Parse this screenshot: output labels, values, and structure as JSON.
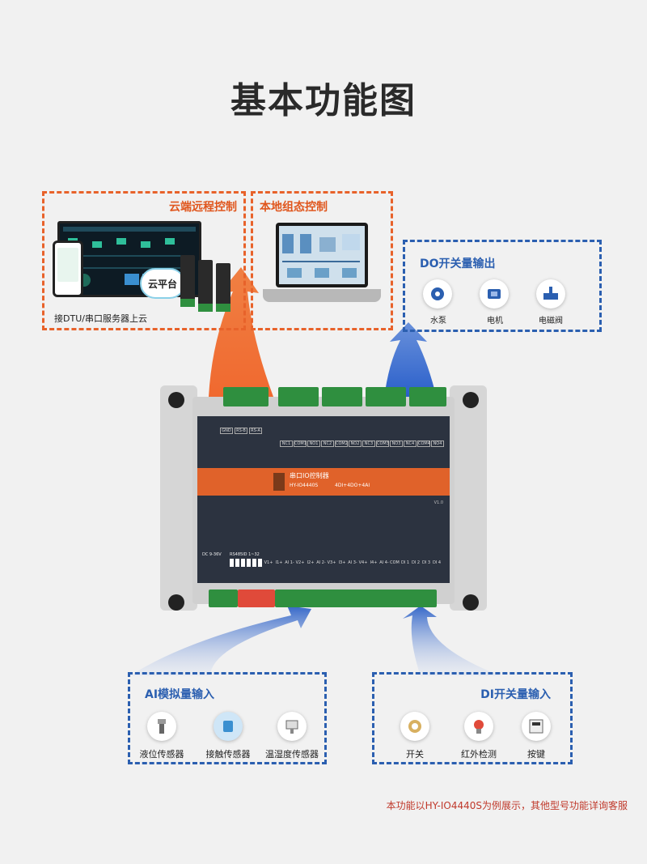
{
  "title": "基本功能图",
  "cloud": {
    "label": "云端远程控制",
    "platform": "云平台",
    "caption": "接DTU/串口服务器上云"
  },
  "local": {
    "label": "本地组态控制"
  },
  "do_box": {
    "label": "DO开关量输出",
    "items": [
      {
        "name": "水泵",
        "icon": "pump-icon"
      },
      {
        "name": "电机",
        "icon": "motor-icon"
      },
      {
        "name": "电磁阀",
        "icon": "valve-icon"
      }
    ]
  },
  "device": {
    "name": "串口IO控制器",
    "model": "HY-IO4440S",
    "spec": "4DI+4DO+4AI",
    "version": "V1.0",
    "top_terms": [
      "GND",
      "RS-B",
      "RS-A"
    ],
    "relays": [
      "NC1",
      "COM1",
      "NO1",
      "NC2",
      "COM2",
      "NO2",
      "NC3",
      "COM3",
      "NO3",
      "NC4",
      "COM4",
      "NO4"
    ],
    "power_label": "DC 9-36V",
    "dip_label": "RS485ID 1~32",
    "bottom_terms": [
      "V1+",
      "I1+",
      "AI 1-",
      "V2+",
      "I2+",
      "AI 2-",
      "V3+",
      "I3+",
      "AI 3-",
      "V4+",
      "I4+",
      "AI 4-",
      "COM",
      "DI 1",
      "DI 2",
      "DI 3",
      "DI 4"
    ]
  },
  "ai_box": {
    "label": "AI模拟量输入",
    "items": [
      {
        "name": "液位传感器",
        "icon": "level-sensor-icon"
      },
      {
        "name": "接触传感器",
        "icon": "contact-sensor-icon"
      },
      {
        "name": "温湿度传感器",
        "icon": "temp-humidity-sensor-icon"
      }
    ]
  },
  "di_box": {
    "label": "DI开关量输入",
    "items": [
      {
        "name": "开关",
        "icon": "switch-icon"
      },
      {
        "name": "红外检测",
        "icon": "infrared-icon"
      },
      {
        "name": "按键",
        "icon": "button-icon"
      }
    ]
  },
  "footnote": "本功能以HY-IO4440S为例展示，其他型号功能详询客服",
  "colors": {
    "orange": "#e8622a",
    "blue": "#2b5fb0",
    "device_dark": "#2c3340",
    "device_band": "#e0622a"
  }
}
